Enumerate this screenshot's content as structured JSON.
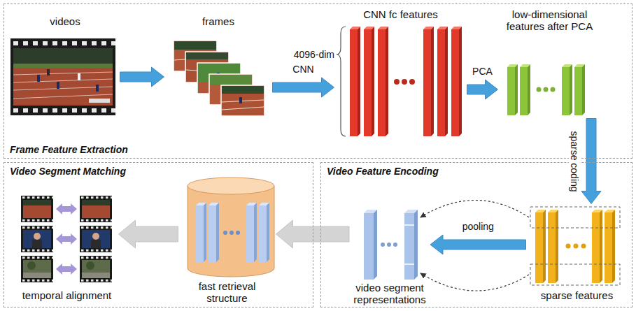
{
  "diagram": {
    "nodes": [
      {
        "text": [
          "Frame Feature Extraction"
        ]
      },
      {
        "text": [
          "videos"
        ],
        "in": 0
      },
      {
        "text": [
          "frames"
        ],
        "in": 0
      },
      {
        "text": [
          "CNN fc features"
        ],
        "in": 0
      },
      {
        "text": [
          "low-dimensional features after PCA"
        ],
        "in": 0
      },
      {
        "text": [
          "Video Segment Matching"
        ]
      },
      {
        "text": [
          "temporal alignment"
        ],
        "in": 5
      },
      {
        "text": [
          "fast retrieval structure"
        ],
        "in": 5
      },
      {
        "text": [
          "Video Feature Encoding"
        ]
      },
      {
        "text": [
          "video segment representations"
        ],
        "in": 8
      },
      {
        "text": [
          "sparse features"
        ],
        "in": 8
      }
    ],
    "edges": [
      {
        "from": 1,
        "to": 2,
        "arrow": "to"
      },
      {
        "from": 2,
        "to": 3,
        "label": "CNN",
        "arrow": "to"
      },
      {
        "from": 3,
        "to": 4,
        "label": "PCA",
        "arrow": "to"
      },
      {
        "from": 4,
        "to": 10,
        "label": "sparse coding",
        "arrow": "to"
      },
      {
        "from": 10,
        "to": 9,
        "label": "pooling",
        "arrow": "to"
      },
      {
        "from": 9,
        "to": 7,
        "arrow": "to"
      },
      {
        "from": 7,
        "to": 6,
        "arrow": "to"
      }
    ],
    "labels": [
      "4096-dim"
    ]
  }
}
